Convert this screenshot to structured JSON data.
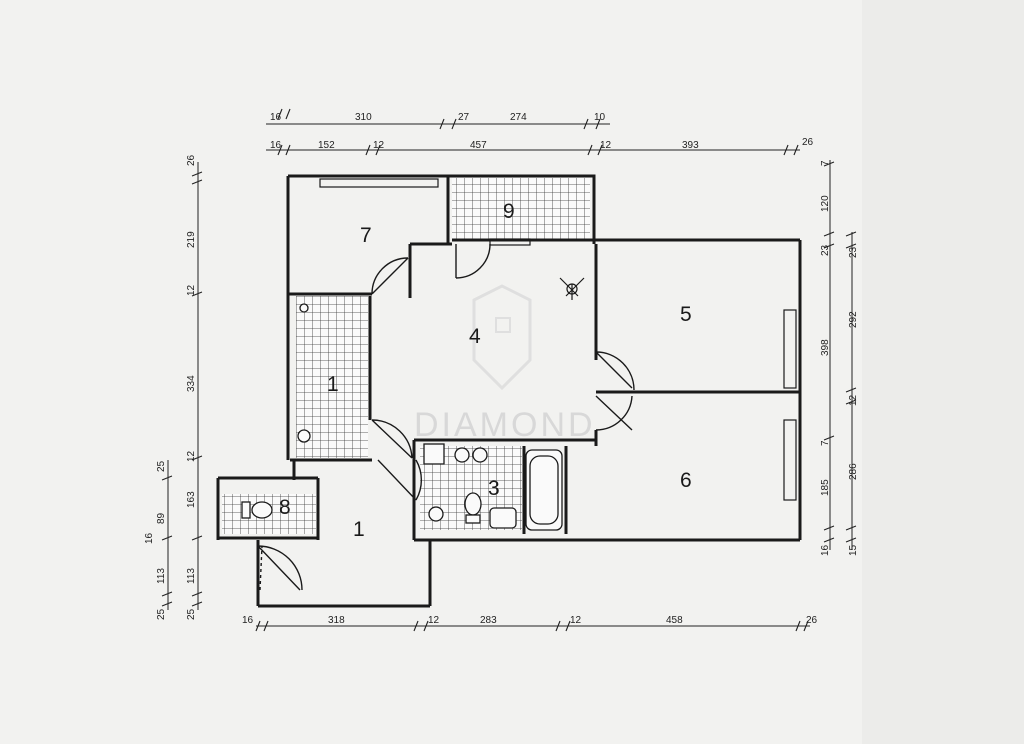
{
  "plan": {
    "watermark": "DIAMOND",
    "rooms": [
      {
        "id": "1",
        "label": "1"
      },
      {
        "id": "2",
        "label": "1"
      },
      {
        "id": "3",
        "label": "3"
      },
      {
        "id": "4",
        "label": "4"
      },
      {
        "id": "5",
        "label": "5"
      },
      {
        "id": "6",
        "label": "6"
      },
      {
        "id": "7",
        "label": "7"
      },
      {
        "id": "8",
        "label": "8"
      },
      {
        "id": "9",
        "label": "9"
      }
    ],
    "dims": {
      "top1": [
        "16",
        "310",
        "27",
        "274",
        "10"
      ],
      "top2": [
        "16",
        "152",
        "12",
        "457",
        "12",
        "393",
        "26"
      ],
      "bottom": [
        "16",
        "318",
        "12",
        "283",
        "12",
        "458",
        "26"
      ],
      "left_outer": [
        "26",
        "219",
        "12",
        "334",
        "12",
        "163",
        "16",
        "113",
        "25"
      ],
      "left_inner": [
        "25",
        "89",
        "113",
        "25"
      ],
      "right_inner": [
        "7",
        "120",
        "23",
        "398",
        "7",
        "185",
        "16"
      ],
      "right_outer": [
        "23",
        "292",
        "12",
        "286",
        "15"
      ]
    }
  }
}
